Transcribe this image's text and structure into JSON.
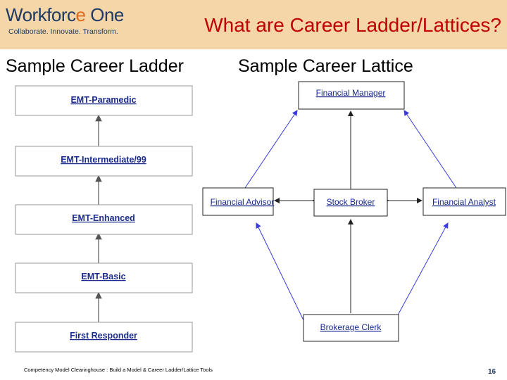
{
  "logo": {
    "word_a": "Workforc",
    "word_mark": "e",
    "word_b": "One",
    "tagline": "Collaborate.  Innovate.  Transform."
  },
  "title": "What are Career Ladder/Lattices?",
  "ladder": {
    "heading": "Sample Career Ladder",
    "rungs": [
      "EMT-Paramedic",
      "EMT-Intermediate/99",
      "EMT-Enhanced",
      "EMT-Basic",
      "First Responder"
    ]
  },
  "lattice": {
    "heading": "Sample Career Lattice",
    "nodes": {
      "top": "Financial Manager",
      "left": "Financial Advisor",
      "center": "Stock Broker",
      "right": "Financial Analyst",
      "bottom": "Brokerage Clerk"
    }
  },
  "footer": "Competency Model Clearinghouse : Build a Model & Career Ladder/Lattice Tools",
  "page_number": "16",
  "colors": {
    "header_bg": "#f5d6a8",
    "title": "#c00000",
    "ladder_text": "#1a2b8c",
    "lattice_arrow": "#3a3adf",
    "logo": "#1f3b63"
  }
}
